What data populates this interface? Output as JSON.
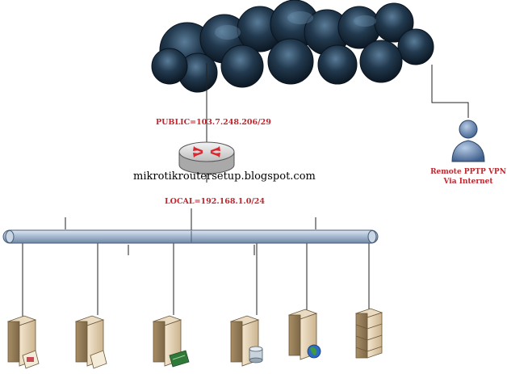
{
  "labels": {
    "public": "PUBLIC=103.7.248.206/29",
    "watermark": "mikrotikroutersetup.blogspot.com",
    "local": "LOCAL=192.168.1.0/24",
    "remote_line1": "Remote PPTP VPN",
    "remote_line2": "Via Internet"
  },
  "icons": {
    "cloud": "storm-cloud-icon",
    "router": "router-icon",
    "user": "remote-user-icon",
    "backbone": "network-bus",
    "servers": [
      "print-server-icon",
      "file-server-icon",
      "network-card-server-icon",
      "database-server-icon",
      "web-server-icon",
      "server-rack-icon"
    ]
  },
  "colors": {
    "label_red": "#c0262d",
    "bus_fill": "#a9bcd3",
    "cloud_dark": "#0d1d2c",
    "router_arrow": "#d9282f"
  }
}
